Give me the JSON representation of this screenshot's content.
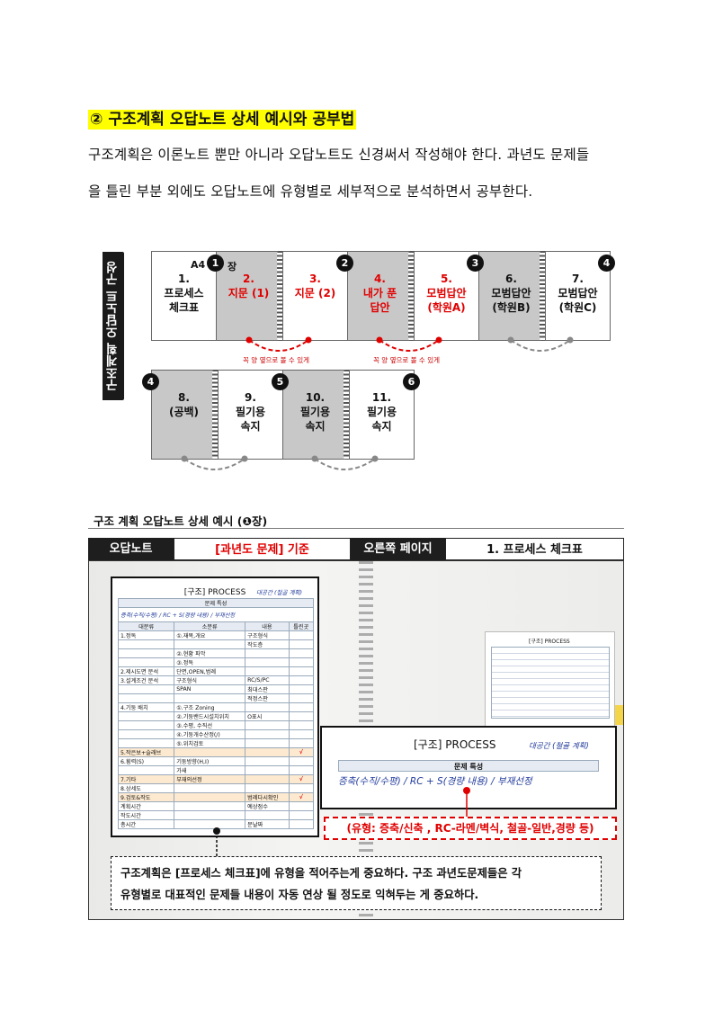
{
  "heading": {
    "number": "②",
    "text": "구조계획 오답노트 상세 예시와 공부법"
  },
  "paragraph": {
    "line1": "구조계획은 이론노트 뿐만 아니라 오답노트도 신경써서 작성해야 한다. 과년도 문제들",
    "line2": "을 틀린 부분 외에도 오답노트에 유형별로 세부적으로 분석하면서 공부한다."
  },
  "diagram": {
    "vertical_label": "구조계획 오답노트 구성",
    "a4_label": "A4",
    "jang_label": "장",
    "badges": [
      "1",
      "2",
      "3",
      "4",
      "4",
      "5",
      "6"
    ],
    "pages": [
      {
        "num": "1.",
        "l1": "프로세스",
        "l2": "체크표"
      },
      {
        "num": "2.",
        "l1": "지문 (1)",
        "l2": ""
      },
      {
        "num": "3.",
        "l1": "지문 (2)",
        "l2": ""
      },
      {
        "num": "4.",
        "l1": "내가 푼",
        "l2": "답안"
      },
      {
        "num": "5.",
        "l1": "모범답안",
        "l2": "(학원A)"
      },
      {
        "num": "6.",
        "l1": "모범답안",
        "l2": "(학원B)"
      },
      {
        "num": "7.",
        "l1": "모범답안",
        "l2": "(학원C)"
      },
      {
        "num": "8.",
        "l1": "(공백)",
        "l2": ""
      },
      {
        "num": "9.",
        "l1": "필기용",
        "l2": "속지"
      },
      {
        "num": "10.",
        "l1": "필기용",
        "l2": "속지"
      },
      {
        "num": "11.",
        "l1": "필기용",
        "l2": "속지"
      }
    ],
    "arc_note": "꼭 양 옆으로 볼 수 있게"
  },
  "example": {
    "title": "구조 계획 오답노트 상세 예시 (❶장)",
    "headers": [
      "오답노트",
      "[과년도 문제] 기준",
      "오른쪽 페이지",
      "1. 프로세스 체크표"
    ],
    "sheet": {
      "title": "[구조] PROCESS",
      "note": "대공간 (철골 계획)",
      "subheader": "문제 특성",
      "handwritten": "증축(수직/수평) / RC + S(경량 내용) / 부재선정",
      "col_headers": [
        "대분류",
        "소분류",
        "내용",
        "틀린곳"
      ],
      "rows": [
        [
          "1.정독",
          "①.재목,개요",
          "구조형식",
          ""
        ],
        [
          "",
          "",
          "작도층",
          ""
        ],
        [
          "",
          "②.현황 파악",
          "",
          ""
        ],
        [
          "",
          "③.정독",
          "",
          ""
        ],
        [
          "2.제시도면 분석",
          "단면,OPEN,범례",
          "",
          ""
        ],
        [
          "3.설계조건 분석",
          "구조형식",
          "RC/S/PC",
          ""
        ],
        [
          "",
          "SPAN",
          "최대스판",
          ""
        ],
        [
          "",
          "",
          "적정스판",
          ""
        ],
        [
          "4.기둥 배치",
          "①.구조 Zoning",
          "",
          ""
        ],
        [
          "",
          "②.기둥밴드시설치위치",
          "O표시",
          ""
        ],
        [
          "",
          "③.수평, 수직선",
          "",
          ""
        ],
        [
          "",
          "④.기둥개수산정(/)",
          "",
          ""
        ],
        [
          "",
          "⑤.위치검토",
          "",
          ""
        ],
        [
          "5.작은보+슬래브",
          "",
          "",
          "√"
        ],
        [
          "6.횡력(S)",
          "기둥방향(H,I)",
          "",
          ""
        ],
        [
          "",
          "가새",
          "",
          ""
        ],
        [
          "7.기타",
          "부재의선정",
          "",
          "√"
        ],
        [
          "8.상세도",
          "",
          "",
          ""
        ],
        [
          "9.검토&작도",
          "",
          "범례다시확인",
          "√"
        ],
        [
          "계획시간",
          "",
          "예상점수",
          ""
        ],
        [
          "작도시간",
          "",
          "",
          ""
        ],
        [
          "총시간",
          "",
          "문날짜",
          ""
        ]
      ]
    },
    "zoom": {
      "title": "[구조] PROCESS",
      "note": "대공간 (철골 계획)",
      "subheader": "문제 특성",
      "handwritten": "증축(수직/수평) / RC + S(경량 내용) / 부재선정"
    },
    "type_box": "(유형: 증축/신축 , RC-라멘/벽식, 철골-일반,경량 등)",
    "note_line1": "구조계획은 [프로세스 체크표]에 유형을 적어주는게 중요하다.  구조 과년도문제들은 각",
    "note_line2": "유형별로 대표적인 문제들 내용이 자동 연상 될 정도로 익혀두는 게 중요하다."
  }
}
